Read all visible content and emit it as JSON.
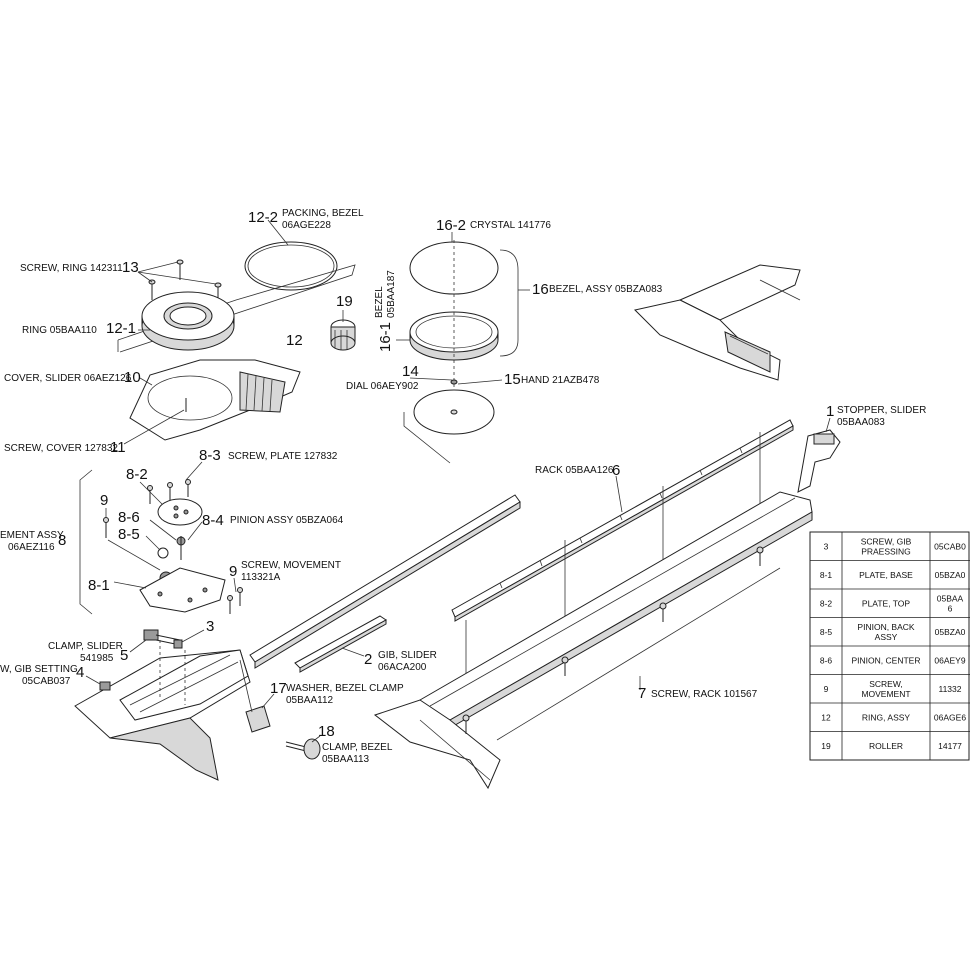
{
  "callouts": [
    {
      "id": "c12-2",
      "num": "12-2",
      "text": [
        "PACKING, BEZEL",
        "06AGE228"
      ]
    },
    {
      "id": "c13",
      "num": "13",
      "text": [
        "SCREW, RING 142311"
      ]
    },
    {
      "id": "c12-1",
      "num": "12-1",
      "text": [
        "RING 05BAA110"
      ]
    },
    {
      "id": "c12",
      "num": "12",
      "text": []
    },
    {
      "id": "c19",
      "num": "19",
      "text": []
    },
    {
      "id": "c10",
      "num": "10",
      "text": [
        "COVER, SLIDER 06AEZ126"
      ]
    },
    {
      "id": "c11",
      "num": "11",
      "text": [
        "SCREW, COVER 127832"
      ]
    },
    {
      "id": "c16-2",
      "num": "16-2",
      "text": [
        "CRYSTAL 141776"
      ]
    },
    {
      "id": "c16",
      "num": "16",
      "text": [
        "BEZEL, ASSY 05BZA083"
      ]
    },
    {
      "id": "c16-1",
      "num": "16-1",
      "text": [
        "BEZEL",
        "05BAA187"
      ]
    },
    {
      "id": "c14",
      "num": "14",
      "text": [
        "DIAL 06AEY902"
      ]
    },
    {
      "id": "c15",
      "num": "15",
      "text": [
        "HAND 21AZB478"
      ]
    },
    {
      "id": "c1",
      "num": "1",
      "text": [
        "STOPPER, SLIDER",
        "05BAA083"
      ]
    },
    {
      "id": "c6",
      "num": "6",
      "text": [
        "RACK 05BAA126"
      ]
    },
    {
      "id": "c8-3",
      "num": "8-3",
      "text": [
        "SCREW, PLATE 127832"
      ]
    },
    {
      "id": "c8-2",
      "num": "8-2",
      "text": []
    },
    {
      "id": "c8-4",
      "num": "8-4",
      "text": [
        "PINION ASSY 05BZA064"
      ]
    },
    {
      "id": "c8-6",
      "num": "8-6",
      "text": []
    },
    {
      "id": "c8-5",
      "num": "8-5",
      "text": []
    },
    {
      "id": "c9a",
      "num": "9",
      "text": []
    },
    {
      "id": "c8",
      "num": "8",
      "text": [
        "EMENT ASSY",
        "06AEZ116"
      ]
    },
    {
      "id": "c9b",
      "num": "9",
      "text": [
        "SCREW, MOVEMENT",
        "113321A"
      ]
    },
    {
      "id": "c8-1",
      "num": "8-1",
      "text": []
    },
    {
      "id": "c3",
      "num": "3",
      "text": []
    },
    {
      "id": "c5",
      "num": "5",
      "text": [
        "CLAMP, SLIDER",
        "541985"
      ]
    },
    {
      "id": "c4",
      "num": "4",
      "text": [
        "W, GIB SETTING",
        "05CAB037"
      ]
    },
    {
      "id": "c2",
      "num": "2",
      "text": [
        "GIB, SLIDER",
        "06ACA200"
      ]
    },
    {
      "id": "c17",
      "num": "17",
      "text": [
        "WASHER, BEZEL CLAMP",
        "05BAA112"
      ]
    },
    {
      "id": "c18",
      "num": "18",
      "text": [
        "CLAMP, BEZEL",
        "05BAA113"
      ]
    },
    {
      "id": "c7",
      "num": "7",
      "text": [
        "SCREW, RACK 101567"
      ]
    }
  ],
  "table": {
    "rows": [
      {
        "no": "3",
        "name": [
          "SCREW, GIB",
          "PRAESSING"
        ],
        "code": [
          "05CAB0"
        ]
      },
      {
        "no": "8-1",
        "name": [
          "PLATE, BASE"
        ],
        "code": [
          "05BZA0"
        ]
      },
      {
        "no": "8-2",
        "name": [
          "PLATE, TOP"
        ],
        "code": [
          "05BAA",
          "6"
        ]
      },
      {
        "no": "8-5",
        "name": [
          "PINION, BACK",
          "ASSY"
        ],
        "code": [
          "05BZA0"
        ]
      },
      {
        "no": "8-6",
        "name": [
          "PINION, CENTER"
        ],
        "code": [
          "06AEY9"
        ]
      },
      {
        "no": "9",
        "name": [
          "SCREW,",
          "MOVEMENT"
        ],
        "code": [
          "11332"
        ]
      },
      {
        "no": "12",
        "name": [
          "RING, ASSY"
        ],
        "code": [
          "06AGE6"
        ]
      },
      {
        "no": "19",
        "name": [
          "ROLLER"
        ],
        "code": [
          "14177"
        ]
      }
    ]
  },
  "colors": {
    "line": "#222222",
    "shade": "#d8d8d8",
    "dark": "#9a9a9a"
  }
}
